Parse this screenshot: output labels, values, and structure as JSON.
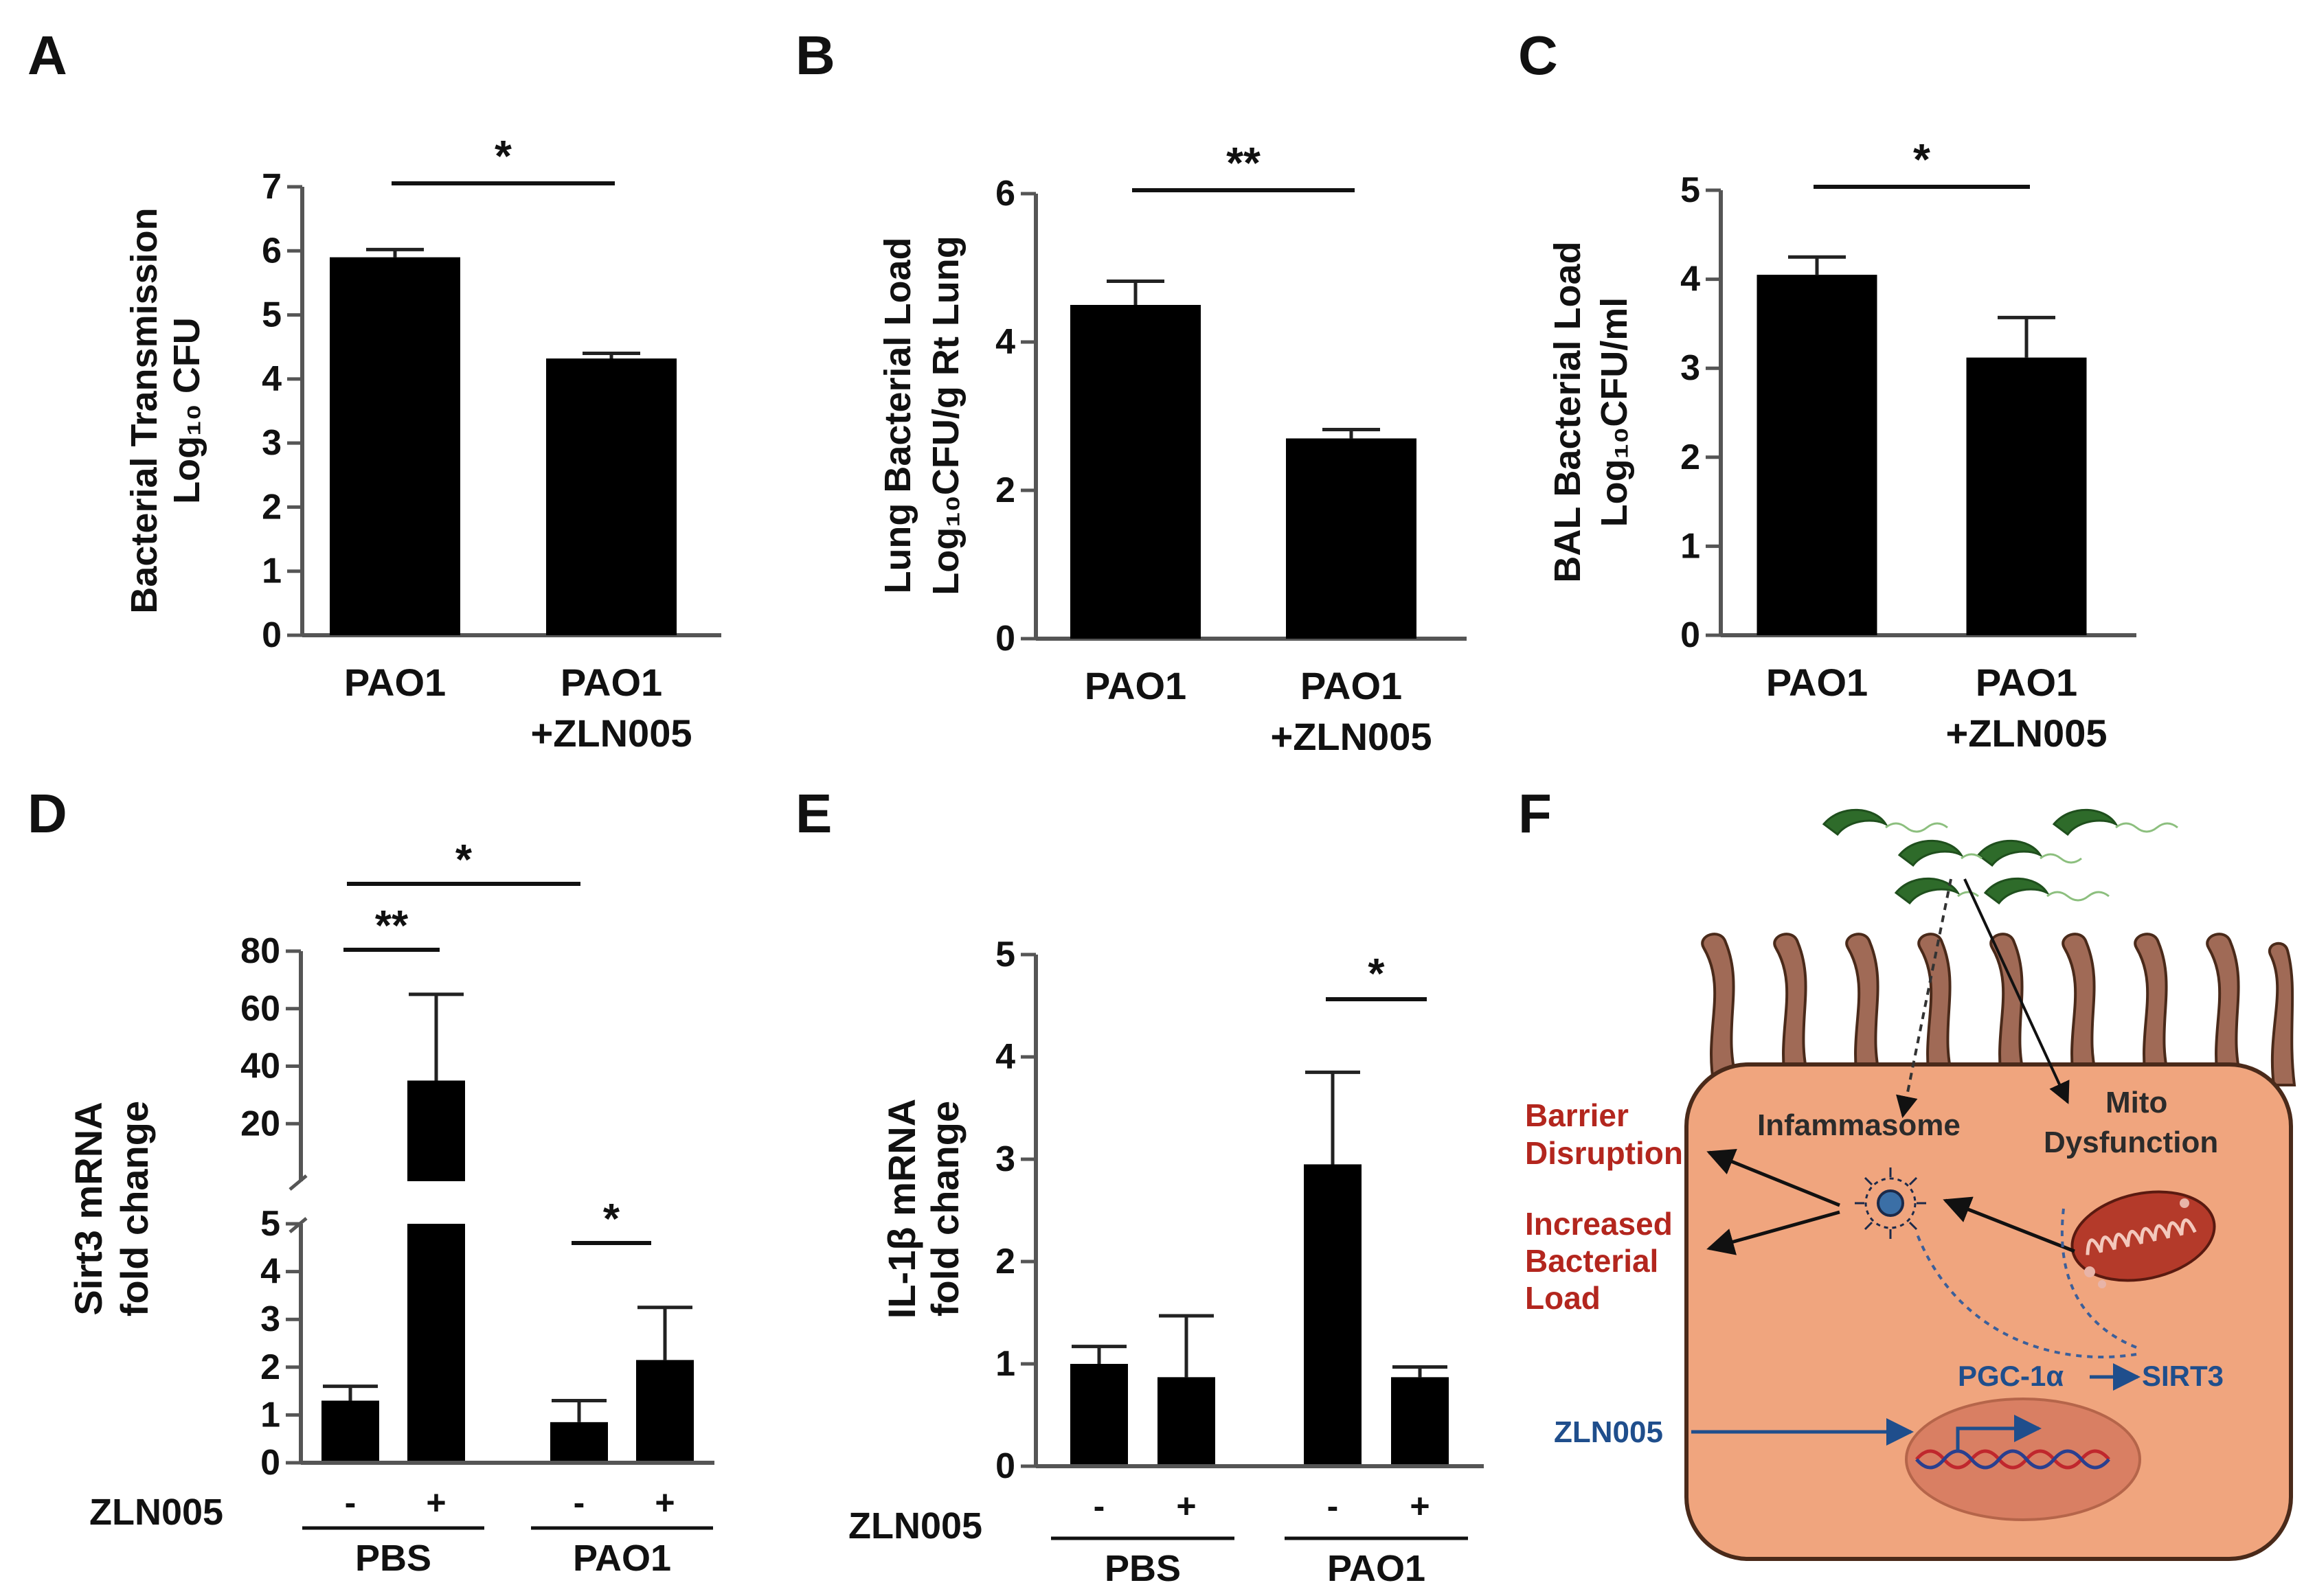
{
  "panel_letters": [
    "A",
    "B",
    "C",
    "D",
    "E",
    "F"
  ],
  "colors": {
    "bar": "#000000",
    "cell": "#f0a57e",
    "cell_stroke": "#4a2a1a",
    "nucleus": "#d97f63",
    "bacteria": "#2e6b2a",
    "red_text": "#b3261e",
    "blue_text": "#1f4e8c",
    "mito": "#b43a2a"
  },
  "chart_data": [
    {
      "panel": "A",
      "type": "bar",
      "title": "",
      "ylabel": [
        "Bacterial Transmission",
        "Log₁₀ CFU"
      ],
      "xlabel": "",
      "categories": [
        [
          "PAO1"
        ],
        [
          "PAO1",
          "+ZLN005"
        ]
      ],
      "values": [
        5.9,
        4.32
      ],
      "errors": [
        0.12,
        0.08
      ],
      "ylim": [
        0,
        7
      ],
      "yticks": [
        "0",
        "1",
        "2",
        "3",
        "4",
        "5",
        "6",
        "7"
      ],
      "significance": [
        {
          "label": "*",
          "from": 0,
          "to": 1
        }
      ]
    },
    {
      "panel": "B",
      "type": "bar",
      "title": "",
      "ylabel": [
        "Lung Bacterial Load",
        "Log₁₀CFU/g Rt Lung"
      ],
      "xlabel": "",
      "categories": [
        [
          "PAO1"
        ],
        [
          "PAO1",
          "+ZLN005"
        ]
      ],
      "values": [
        4.5,
        2.7
      ],
      "errors": [
        0.32,
        0.12
      ],
      "ylim": [
        0,
        6
      ],
      "yticks": [
        "0",
        "2",
        "4",
        "6"
      ],
      "significance": [
        {
          "label": "**",
          "from": 0,
          "to": 1
        }
      ]
    },
    {
      "panel": "C",
      "type": "bar",
      "title": "",
      "ylabel": [
        "BAL Bacterial Load",
        "Log₁₀CFU/ml"
      ],
      "xlabel": "",
      "categories": [
        [
          "PAO1"
        ],
        [
          "PAO1",
          "+ZLN005"
        ]
      ],
      "values": [
        4.05,
        3.12
      ],
      "errors": [
        0.2,
        0.45
      ],
      "ylim": [
        0,
        5
      ],
      "yticks": [
        "0",
        "1",
        "2",
        "3",
        "4",
        "5"
      ],
      "significance": [
        {
          "label": "*",
          "from": 0,
          "to": 1
        }
      ]
    },
    {
      "panel": "D",
      "type": "bar",
      "title": "",
      "ylabel": [
        "Sirt3 mRNA",
        "fold change"
      ],
      "row_label": "ZLN005",
      "signs": [
        "-",
        "+",
        "-",
        "+"
      ],
      "groups": [
        "PBS",
        "PAO1"
      ],
      "values": [
        1.3,
        35,
        0.85,
        2.15
      ],
      "errors": [
        0.3,
        30,
        0.45,
        1.1
      ],
      "broken_axis": {
        "lower": [
          0,
          5
        ],
        "upper": [
          0,
          80
        ]
      },
      "yticks_lower": [
        "0",
        "1",
        "2",
        "3",
        "4",
        "5"
      ],
      "yticks_upper": [
        "20",
        "40",
        "60",
        "80"
      ],
      "significance": [
        {
          "label": "**",
          "from": 0,
          "to": 1
        },
        {
          "label": "*",
          "from": 0,
          "to": 2
        },
        {
          "label": "*",
          "from": 2,
          "to": 3
        }
      ]
    },
    {
      "panel": "E",
      "type": "bar",
      "title": "",
      "ylabel": [
        "IL-1β mRNA",
        "fold change"
      ],
      "row_label": "ZLN005",
      "signs": [
        "-",
        "+",
        "-",
        "+"
      ],
      "groups": [
        "PBS",
        "PAO1"
      ],
      "values": [
        1.0,
        0.87,
        2.95,
        0.87
      ],
      "errors": [
        0.17,
        0.6,
        0.9,
        0.1
      ],
      "ylim": [
        0,
        5
      ],
      "yticks": [
        "0",
        "1",
        "2",
        "3",
        "4",
        "5"
      ],
      "significance": [
        {
          "label": "*",
          "from": 2,
          "to": 3
        }
      ]
    }
  ],
  "diagram_F": {
    "labels": {
      "barrier": [
        "Barrier",
        "Disruption"
      ],
      "increased": [
        "Increased",
        "Bacterial",
        "Load"
      ],
      "inflammasome": "Infammasome",
      "mito": [
        "Mito",
        "Dysfunction"
      ],
      "pgc": "PGC-1α",
      "sirt3": "SIRT3",
      "zln": "ZLN005"
    }
  }
}
